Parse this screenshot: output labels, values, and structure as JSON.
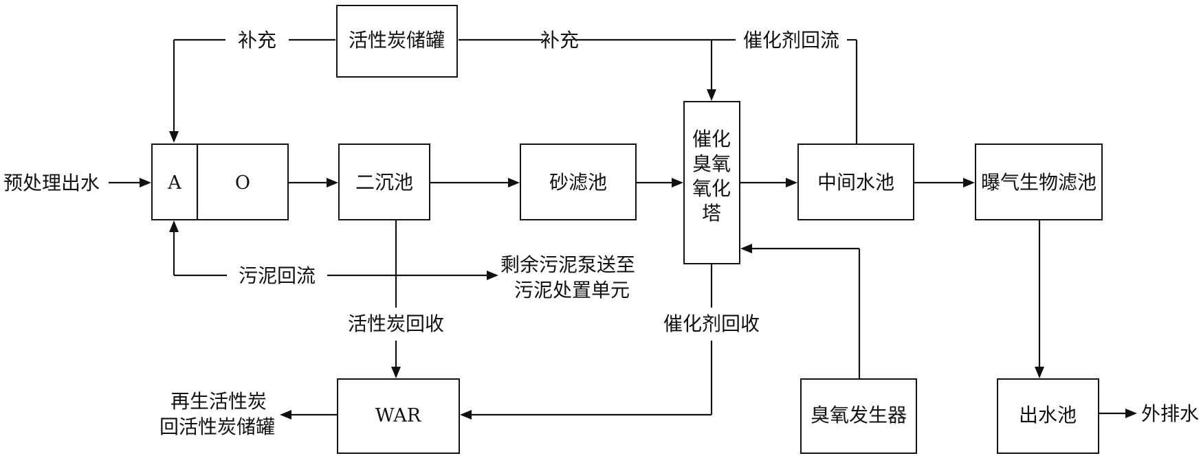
{
  "nodes": {
    "ao_a": "A",
    "ao_o": "O",
    "carbon_tank": "活性炭储罐",
    "secondary_clarifier": "二沉池",
    "sand_filter": "砂滤池",
    "catalytic_ozonation_tower": [
      "催化",
      "臭氧",
      "氧化",
      "塔"
    ],
    "intermediate_pool": "中间水池",
    "baf": "曝气生物滤池",
    "war": "WAR",
    "ozone_generator": "臭氧发生器",
    "effluent_pool": "出水池"
  },
  "labels": {
    "influent": "预处理出水",
    "supplement_left": "补充",
    "supplement_right": "补充",
    "catalyst_reflux": "催化剂回流",
    "sludge_reflux": "污泥回流",
    "excess_sludge_line1": "剩余污泥泵送至",
    "excess_sludge_line2": "污泥处置单元",
    "carbon_recovery": "活性炭回收",
    "catalyst_recovery": "催化剂回收",
    "regen_line1": "再生活性炭",
    "regen_line2": "回活性炭储罐",
    "discharge": "外排水"
  },
  "colors": {
    "line": "#111111",
    "box_fill": "#ffffff",
    "background": "#ffffff"
  }
}
